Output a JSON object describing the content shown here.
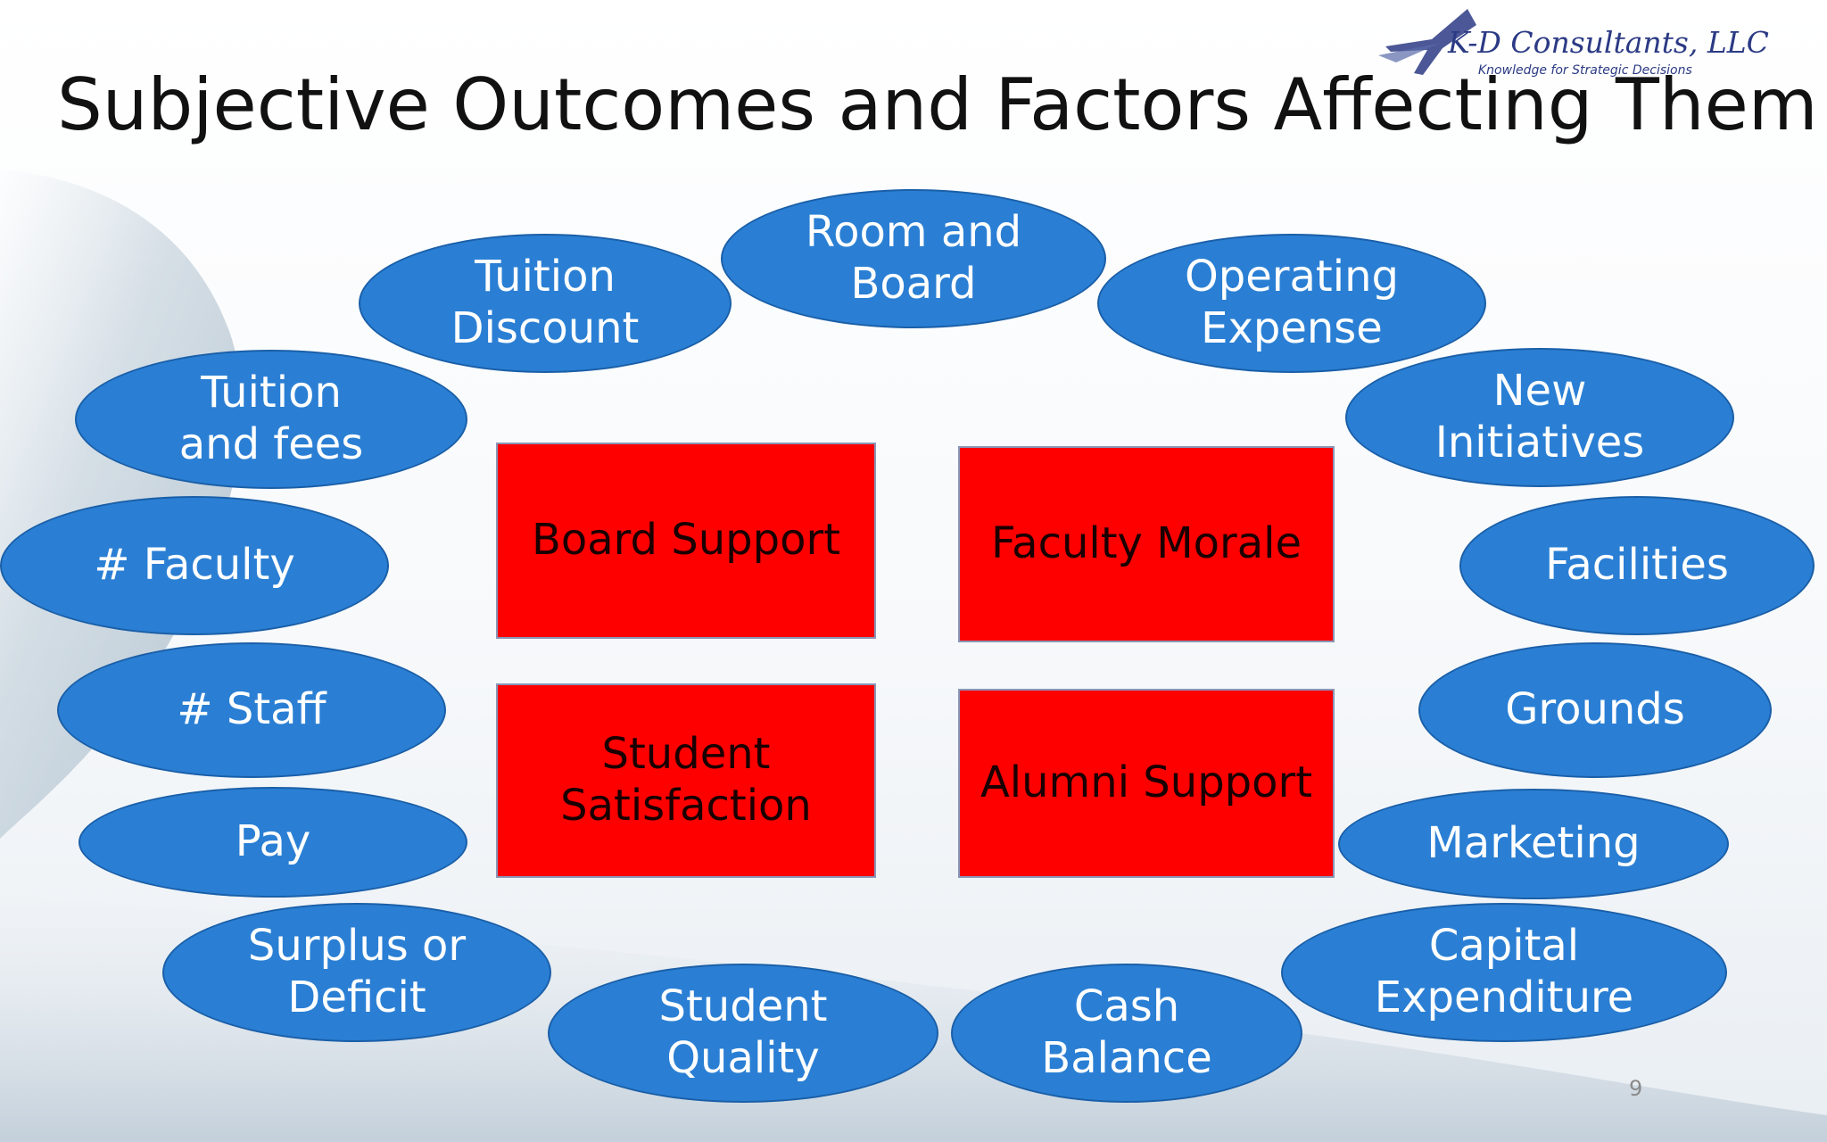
{
  "slide": {
    "title": "Subjective Outcomes and Factors Affecting Them",
    "page_number": "9"
  },
  "logo": {
    "name": "K-D Consultants, LLC",
    "tagline": "Knowledge for Strategic Decisions",
    "color": "#2b3a84"
  },
  "colors": {
    "factor_fill": "#2a7fd4",
    "factor_border": "#1a5fa8",
    "outcome_fill": "#ff0000"
  },
  "factors": [
    {
      "label": "Tuition\nDiscount"
    },
    {
      "label": "Room and\nBoard"
    },
    {
      "label": "Operating\nExpense"
    },
    {
      "label": "Tuition\nand fees"
    },
    {
      "label": "New\nInitiatives"
    },
    {
      "label": "# Faculty"
    },
    {
      "label": "Facilities"
    },
    {
      "label": "# Staff"
    },
    {
      "label": "Grounds"
    },
    {
      "label": "Pay"
    },
    {
      "label": "Marketing"
    },
    {
      "label": "Surplus or\nDeficit"
    },
    {
      "label": "Capital\nExpenditure"
    },
    {
      "label": "Student\nQuality"
    },
    {
      "label": "Cash\nBalance"
    }
  ],
  "outcomes": [
    {
      "label": "Board Support"
    },
    {
      "label": "Faculty Morale"
    },
    {
      "label": "Student\nSatisfaction"
    },
    {
      "label": "Alumni Support"
    }
  ]
}
